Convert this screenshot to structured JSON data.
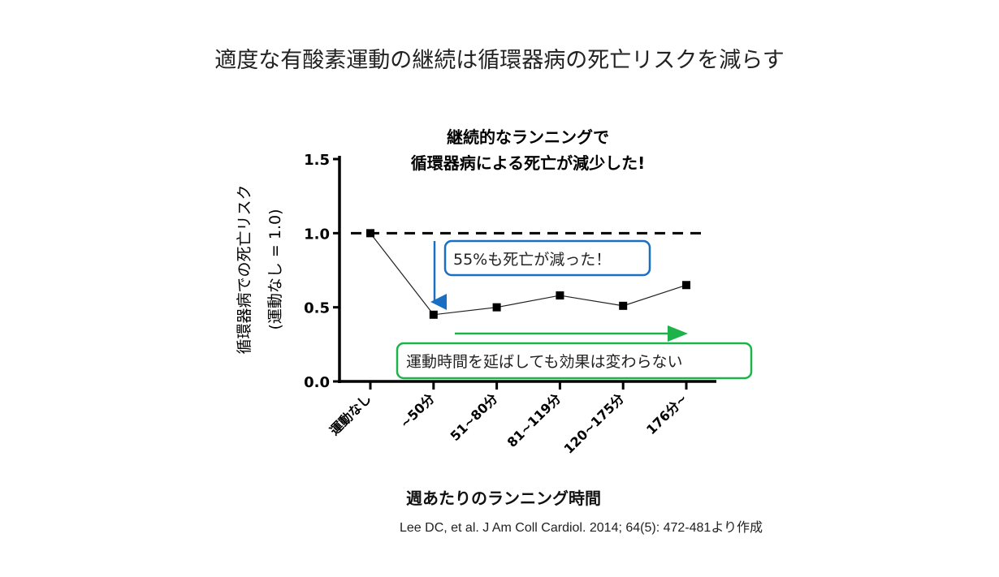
{
  "page_title": "適度な有酸素運動の継続は循環器病の死亡リスクを減らす",
  "citation": "Lee DC, et al. J Am Coll Cardiol. 2014; 64(5): 472-481より作成",
  "chart_data": {
    "type": "line",
    "title_lines": [
      "継続的なランニングで",
      "循環器病による死亡が減少した!"
    ],
    "xlabel": "週あたりのランニング時間",
    "ylabel_lines": [
      "循環器病での死亡リスク",
      "(運動なし = 1.0)"
    ],
    "categories": [
      "運動なし",
      "~50分",
      "51~80分",
      "81~119分",
      "120~175分",
      "176分~"
    ],
    "values": [
      1.0,
      0.45,
      0.5,
      0.58,
      0.51,
      0.65
    ],
    "ylim": [
      0,
      1.5
    ],
    "yticks": [
      "0.0",
      "0.5",
      "1.0",
      "1.5"
    ],
    "reference_line": 1.0,
    "annotations": [
      {
        "text": "55%も死亡が減った！",
        "color": "#1a6fc4"
      },
      {
        "text": "運動時間を延ばしても効果は変わらない",
        "color": "#1db34a"
      }
    ]
  }
}
